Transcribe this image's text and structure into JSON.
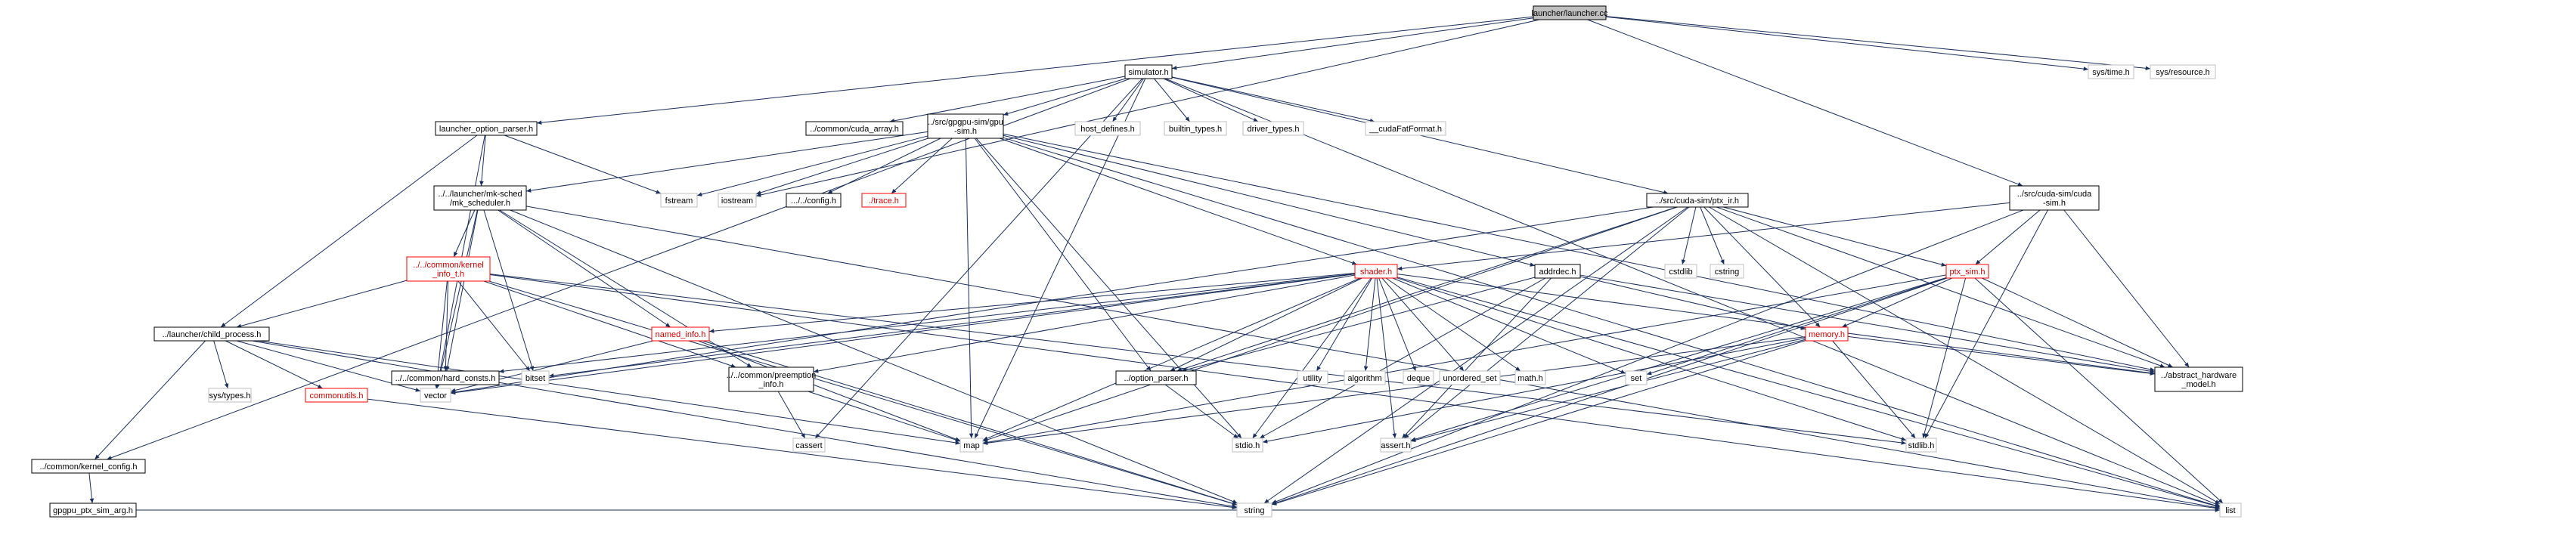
{
  "nodes": [
    {
      "id": "root",
      "lines": [
        "launcher/launcher.cc"
      ],
      "style": "root"
    },
    {
      "id": "simulator_h",
      "lines": [
        "simulator.h"
      ],
      "style": "black"
    },
    {
      "id": "sys_time_h",
      "lines": [
        "sys/time.h"
      ],
      "style": "gray"
    },
    {
      "id": "sys_resource_h",
      "lines": [
        "sys/resource.h"
      ],
      "style": "gray"
    },
    {
      "id": "option_parser_h",
      "lines": [
        "launcher_option_parser.h"
      ],
      "style": "black"
    },
    {
      "id": "cuda_array_h",
      "lines": [
        "../common/cuda_array.h"
      ],
      "style": "black"
    },
    {
      "id": "gpgpu_sim_h",
      "lines": [
        "../src/gpgpu-sim/gpu",
        "-sim.h"
      ],
      "style": "black"
    },
    {
      "id": "host_defines_h",
      "lines": [
        "host_defines.h"
      ],
      "style": "gray"
    },
    {
      "id": "builtin_types_h",
      "lines": [
        "builtin_types.h"
      ],
      "style": "gray"
    },
    {
      "id": "driver_types_h",
      "lines": [
        "driver_types.h"
      ],
      "style": "gray"
    },
    {
      "id": "cuda_fat_format_h",
      "lines": [
        "__cudaFatFormat.h"
      ],
      "style": "gray"
    },
    {
      "id": "mk_scheduler_h",
      "lines": [
        "../../launcher/mk-sched",
        "/mk_scheduler.h"
      ],
      "style": "black"
    },
    {
      "id": "fstream",
      "lines": [
        "fstream"
      ],
      "style": "gray"
    },
    {
      "id": "iostream",
      "lines": [
        "iostream"
      ],
      "style": "gray"
    },
    {
      "id": "config_h",
      "lines": [
        ".../../config.h"
      ],
      "style": "black"
    },
    {
      "id": "trace_h",
      "lines": [
        "./trace.h"
      ],
      "style": "red"
    },
    {
      "id": "cudasim_ptx_ir_h",
      "lines": [
        "../src/cuda-sim/ptx_ir.h"
      ],
      "style": "black"
    },
    {
      "id": "cudasim_cuda_sim_h",
      "lines": [
        "../src/cuda-sim/cuda",
        "-sim.h"
      ],
      "style": "black"
    },
    {
      "id": "kernel_info_h",
      "lines": [
        "../../common/kernel",
        "_info_t.h"
      ],
      "style": "red"
    },
    {
      "id": "shader_h",
      "lines": [
        "shader.h"
      ],
      "style": "red"
    },
    {
      "id": "addrdec_h",
      "lines": [
        "addrdec.h"
      ],
      "style": "black"
    },
    {
      "id": "cstdlib",
      "lines": [
        "cstdlib"
      ],
      "style": "gray"
    },
    {
      "id": "cstring",
      "lines": [
        "cstring"
      ],
      "style": "gray"
    },
    {
      "id": "ptx_sim_h",
      "lines": [
        "ptx_sim.h"
      ],
      "style": "red"
    },
    {
      "id": "child_process_h",
      "lines": [
        "../launcher/child_process.h"
      ],
      "style": "black"
    },
    {
      "id": "hard_consts_h",
      "lines": [
        "../../common/hard_consts.h"
      ],
      "style": "black"
    },
    {
      "id": "bitset",
      "lines": [
        "bitset"
      ],
      "style": "gray"
    },
    {
      "id": "named_info_h",
      "lines": [
        "named_info.h"
      ],
      "style": "red"
    },
    {
      "id": "preemption_info_h",
      "lines": [
        "../../common/preemption",
        "_info.h"
      ],
      "style": "black"
    },
    {
      "id": "utility",
      "lines": [
        "utility"
      ],
      "style": "gray"
    },
    {
      "id": "algorithm",
      "lines": [
        "algorithm"
      ],
      "style": "gray"
    },
    {
      "id": "deque",
      "lines": [
        "deque"
      ],
      "style": "gray"
    },
    {
      "id": "unordered_set",
      "lines": [
        "unordered_set"
      ],
      "style": "gray"
    },
    {
      "id": "math_h",
      "lines": [
        "math.h"
      ],
      "style": "gray"
    },
    {
      "id": "set",
      "lines": [
        "set"
      ],
      "style": "gray"
    },
    {
      "id": "memory_h",
      "lines": [
        "memory.h"
      ],
      "style": "red"
    },
    {
      "id": "opt_parser_h",
      "lines": [
        "../option_parser.h"
      ],
      "style": "black"
    },
    {
      "id": "abstract_hw_model_h",
      "lines": [
        "../abstract_hardware",
        "_model.h"
      ],
      "style": "black"
    },
    {
      "id": "systypes_h",
      "lines": [
        "sys/types.h"
      ],
      "style": "gray"
    },
    {
      "id": "commonutils_h",
      "lines": [
        "commonutils.h"
      ],
      "style": "red"
    },
    {
      "id": "vector",
      "lines": [
        "vector"
      ],
      "style": "gray"
    },
    {
      "id": "cassert",
      "lines": [
        "cassert"
      ],
      "style": "gray"
    },
    {
      "id": "map",
      "lines": [
        "map"
      ],
      "style": "gray"
    },
    {
      "id": "stdio_h",
      "lines": [
        "stdio.h"
      ],
      "style": "gray"
    },
    {
      "id": "assert_h",
      "lines": [
        "assert.h"
      ],
      "style": "gray"
    },
    {
      "id": "stdlib_h",
      "lines": [
        "stdlib.h"
      ],
      "style": "gray"
    },
    {
      "id": "kernel_config_h",
      "lines": [
        "../common/kernel_config.h"
      ],
      "style": "black"
    },
    {
      "id": "gpgpu_ptx_sim_arg_h",
      "lines": [
        "gpgpu_ptx_sim_arg.h"
      ],
      "style": "black"
    },
    {
      "id": "string",
      "lines": [
        "string"
      ],
      "style": "gray"
    },
    {
      "id": "list",
      "lines": [
        "list"
      ],
      "style": "gray"
    }
  ],
  "edges": [
    [
      "root",
      "simulator_h"
    ],
    [
      "root",
      "sys_time_h"
    ],
    [
      "root",
      "sys_resource_h"
    ],
    [
      "root",
      "option_parser_h"
    ],
    [
      "root",
      "iostream"
    ],
    [
      "root",
      "cudasim_cuda_sim_h"
    ],
    [
      "simulator_h",
      "cuda_array_h"
    ],
    [
      "simulator_h",
      "gpgpu_sim_h"
    ],
    [
      "simulator_h",
      "host_defines_h"
    ],
    [
      "simulator_h",
      "builtin_types_h"
    ],
    [
      "simulator_h",
      "driver_types_h"
    ],
    [
      "simulator_h",
      "cuda_fat_format_h"
    ],
    [
      "simulator_h",
      "kernel_config_h"
    ],
    [
      "simulator_h",
      "cudasim_ptx_ir_h"
    ],
    [
      "simulator_h",
      "map"
    ],
    [
      "simulator_h",
      "cassert"
    ],
    [
      "simulator_h",
      "list"
    ],
    [
      "option_parser_h",
      "mk_scheduler_h"
    ],
    [
      "option_parser_h",
      "child_process_h"
    ],
    [
      "option_parser_h",
      "fstream"
    ],
    [
      "option_parser_h",
      "vector"
    ],
    [
      "gpgpu_sim_h",
      "mk_scheduler_h"
    ],
    [
      "gpgpu_sim_h",
      "fstream"
    ],
    [
      "gpgpu_sim_h",
      "iostream"
    ],
    [
      "gpgpu_sim_h",
      "config_h"
    ],
    [
      "gpgpu_sim_h",
      "trace_h"
    ],
    [
      "gpgpu_sim_h",
      "shader_h"
    ],
    [
      "gpgpu_sim_h",
      "addrdec_h"
    ],
    [
      "gpgpu_sim_h",
      "opt_parser_h"
    ],
    [
      "gpgpu_sim_h",
      "abstract_hw_model_h"
    ],
    [
      "gpgpu_sim_h",
      "list"
    ],
    [
      "gpgpu_sim_h",
      "map"
    ],
    [
      "gpgpu_sim_h",
      "stdio_h"
    ],
    [
      "mk_scheduler_h",
      "kernel_info_h"
    ],
    [
      "mk_scheduler_h",
      "named_info_h"
    ],
    [
      "mk_scheduler_h",
      "preemption_info_h"
    ],
    [
      "mk_scheduler_h",
      "hard_consts_h"
    ],
    [
      "mk_scheduler_h",
      "bitset"
    ],
    [
      "mk_scheduler_h",
      "vector"
    ],
    [
      "mk_scheduler_h",
      "list"
    ],
    [
      "mk_scheduler_h",
      "string"
    ],
    [
      "kernel_info_h",
      "child_process_h"
    ],
    [
      "kernel_info_h",
      "hard_consts_h"
    ],
    [
      "kernel_info_h",
      "bitset"
    ],
    [
      "kernel_info_h",
      "preemption_info_h"
    ],
    [
      "kernel_info_h",
      "vector"
    ],
    [
      "kernel_info_h",
      "string"
    ],
    [
      "kernel_info_h",
      "list"
    ],
    [
      "kernel_info_h",
      "stdlib_h"
    ],
    [
      "cudasim_ptx_ir_h",
      "ptx_sim_h"
    ],
    [
      "cudasim_ptx_ir_h",
      "cstdlib"
    ],
    [
      "cudasim_ptx_ir_h",
      "cstring"
    ],
    [
      "cudasim_ptx_ir_h",
      "opt_parser_h"
    ],
    [
      "cudasim_ptx_ir_h",
      "map"
    ],
    [
      "cudasim_ptx_ir_h",
      "vector"
    ],
    [
      "cudasim_ptx_ir_h",
      "assert_h"
    ],
    [
      "cudasim_ptx_ir_h",
      "list"
    ],
    [
      "cudasim_ptx_ir_h",
      "string"
    ],
    [
      "cudasim_ptx_ir_h",
      "memory_h"
    ],
    [
      "cudasim_ptx_ir_h",
      "abstract_hw_model_h"
    ],
    [
      "cudasim_cuda_sim_h",
      "shader_h"
    ],
    [
      "cudasim_cuda_sim_h",
      "ptx_sim_h"
    ],
    [
      "cudasim_cuda_sim_h",
      "abstract_hw_model_h"
    ],
    [
      "cudasim_cuda_sim_h",
      "stdlib_h"
    ],
    [
      "cudasim_cuda_sim_h",
      "string"
    ],
    [
      "shader_h",
      "hard_consts_h"
    ],
    [
      "shader_h",
      "bitset"
    ],
    [
      "shader_h",
      "utility"
    ],
    [
      "shader_h",
      "algorithm"
    ],
    [
      "shader_h",
      "deque"
    ],
    [
      "shader_h",
      "unordered_set"
    ],
    [
      "shader_h",
      "math_h"
    ],
    [
      "shader_h",
      "set"
    ],
    [
      "shader_h",
      "map"
    ],
    [
      "shader_h",
      "vector"
    ],
    [
      "shader_h",
      "stdio_h"
    ],
    [
      "shader_h",
      "assert_h"
    ],
    [
      "shader_h",
      "stdlib_h"
    ],
    [
      "shader_h",
      "list"
    ],
    [
      "shader_h",
      "opt_parser_h"
    ],
    [
      "shader_h",
      "abstract_hw_model_h"
    ],
    [
      "shader_h",
      "named_info_h"
    ],
    [
      "shader_h",
      "preemption_info_h"
    ],
    [
      "addrdec_h",
      "memory_h"
    ],
    [
      "addrdec_h",
      "stdio_h"
    ],
    [
      "addrdec_h",
      "assert_h"
    ],
    [
      "addrdec_h",
      "opt_parser_h"
    ],
    [
      "addrdec_h",
      "abstract_hw_model_h"
    ],
    [
      "ptx_sim_h",
      "set"
    ],
    [
      "ptx_sim_h",
      "memory_h"
    ],
    [
      "ptx_sim_h",
      "stdlib_h"
    ],
    [
      "ptx_sim_h",
      "assert_h"
    ],
    [
      "ptx_sim_h",
      "abstract_hw_model_h"
    ],
    [
      "ptx_sim_h",
      "string"
    ],
    [
      "ptx_sim_h",
      "map"
    ],
    [
      "ptx_sim_h",
      "list"
    ],
    [
      "memory_h",
      "map"
    ],
    [
      "memory_h",
      "stdio_h"
    ],
    [
      "memory_h",
      "assert_h"
    ],
    [
      "memory_h",
      "stdlib_h"
    ],
    [
      "memory_h",
      "string"
    ],
    [
      "memory_h",
      "abstract_hw_model_h"
    ],
    [
      "child_process_h",
      "kernel_config_h"
    ],
    [
      "child_process_h",
      "systypes_h"
    ],
    [
      "child_process_h",
      "commonutils_h"
    ],
    [
      "child_process_h",
      "vector"
    ],
    [
      "child_process_h",
      "map"
    ],
    [
      "child_process_h",
      "string"
    ],
    [
      "named_info_h",
      "vector"
    ],
    [
      "named_info_h",
      "map"
    ],
    [
      "named_info_h",
      "string"
    ],
    [
      "preemption_info_h",
      "cassert"
    ],
    [
      "preemption_info_h",
      "map"
    ],
    [
      "opt_parser_h",
      "stdio_h"
    ],
    [
      "commonutils_h",
      "string"
    ],
    [
      "kernel_config_h",
      "gpgpu_ptx_sim_arg_h"
    ],
    [
      "gpgpu_ptx_sim_arg_h",
      "list"
    ]
  ]
}
